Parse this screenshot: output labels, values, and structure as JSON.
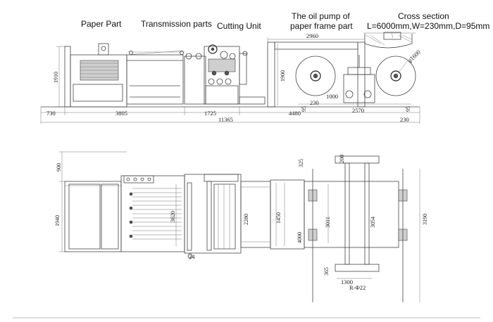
{
  "labels": {
    "paper_part": "Paper Part",
    "transmission_parts": "Transmission parts",
    "cutting_unit": "Cutting Unit",
    "oil_pump_line1": "The oil pump of",
    "oil_pump_line2": "paper frame part",
    "cross_section_title": "Cross section",
    "cross_section_dims": "L=6000mm,W=230mm,D=95mm"
  },
  "side_view": {
    "dim_2960": "2960",
    "dim_1910": "1910",
    "dim_1900": "1900",
    "dim_1000": "1000",
    "dim_phi1600": "φ1600",
    "dim_230a": "230",
    "dim_95a": "95",
    "dim_95b": "95",
    "dim_730": "730",
    "dim_3805": "3805",
    "dim_1725": "1725",
    "dim_4480": "4480",
    "dim_2570": "2570",
    "dim_11365": "11365",
    "dim_230b": "230"
  },
  "top_view": {
    "dim_900": "900",
    "dim_1940": "1940",
    "dim_3620": "3620",
    "dim_2280": "2280",
    "dim_1450": "1450",
    "dim_4000": "4000",
    "dim_3011": "3011",
    "dim_3054": "3054",
    "dim_3190": "3190",
    "dim_325": "325",
    "dim_200": "200",
    "dim_365": "365",
    "dim_1300": "1300",
    "dim_22": "R-Φ22",
    "callout_24": "24"
  }
}
